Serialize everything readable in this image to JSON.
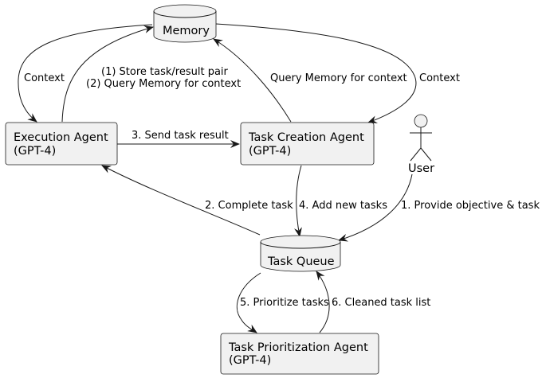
{
  "nodes": {
    "memory": "Memory",
    "execution_agent": [
      "Execution Agent",
      "(GPT-4)"
    ],
    "task_creation_agent": [
      "Task Creation Agent",
      "(GPT-4)"
    ],
    "task_queue": "Task Queue",
    "task_prioritization_agent": [
      "Task Prioritization Agent",
      "(GPT-4)"
    ],
    "user": "User"
  },
  "edges": {
    "memory_to_execution": "Context",
    "execution_to_memory": [
      "(1) Store task/result pair",
      "(2) Query Memory for context"
    ],
    "creation_to_memory": "Query Memory for context",
    "memory_to_creation": "Context",
    "execution_to_creation": "3. Send task result",
    "queue_to_execution": "2. Complete task",
    "creation_to_queue": "4. Add new tasks",
    "user_to_queue": "1. Provide objective & task",
    "queue_to_prioritization": "5. Prioritize tasks",
    "prioritization_to_queue": "6. Cleaned task list"
  },
  "colors": {
    "node_fill": "#f1f1f1",
    "stroke": "#181818",
    "background": "#ffffff"
  }
}
